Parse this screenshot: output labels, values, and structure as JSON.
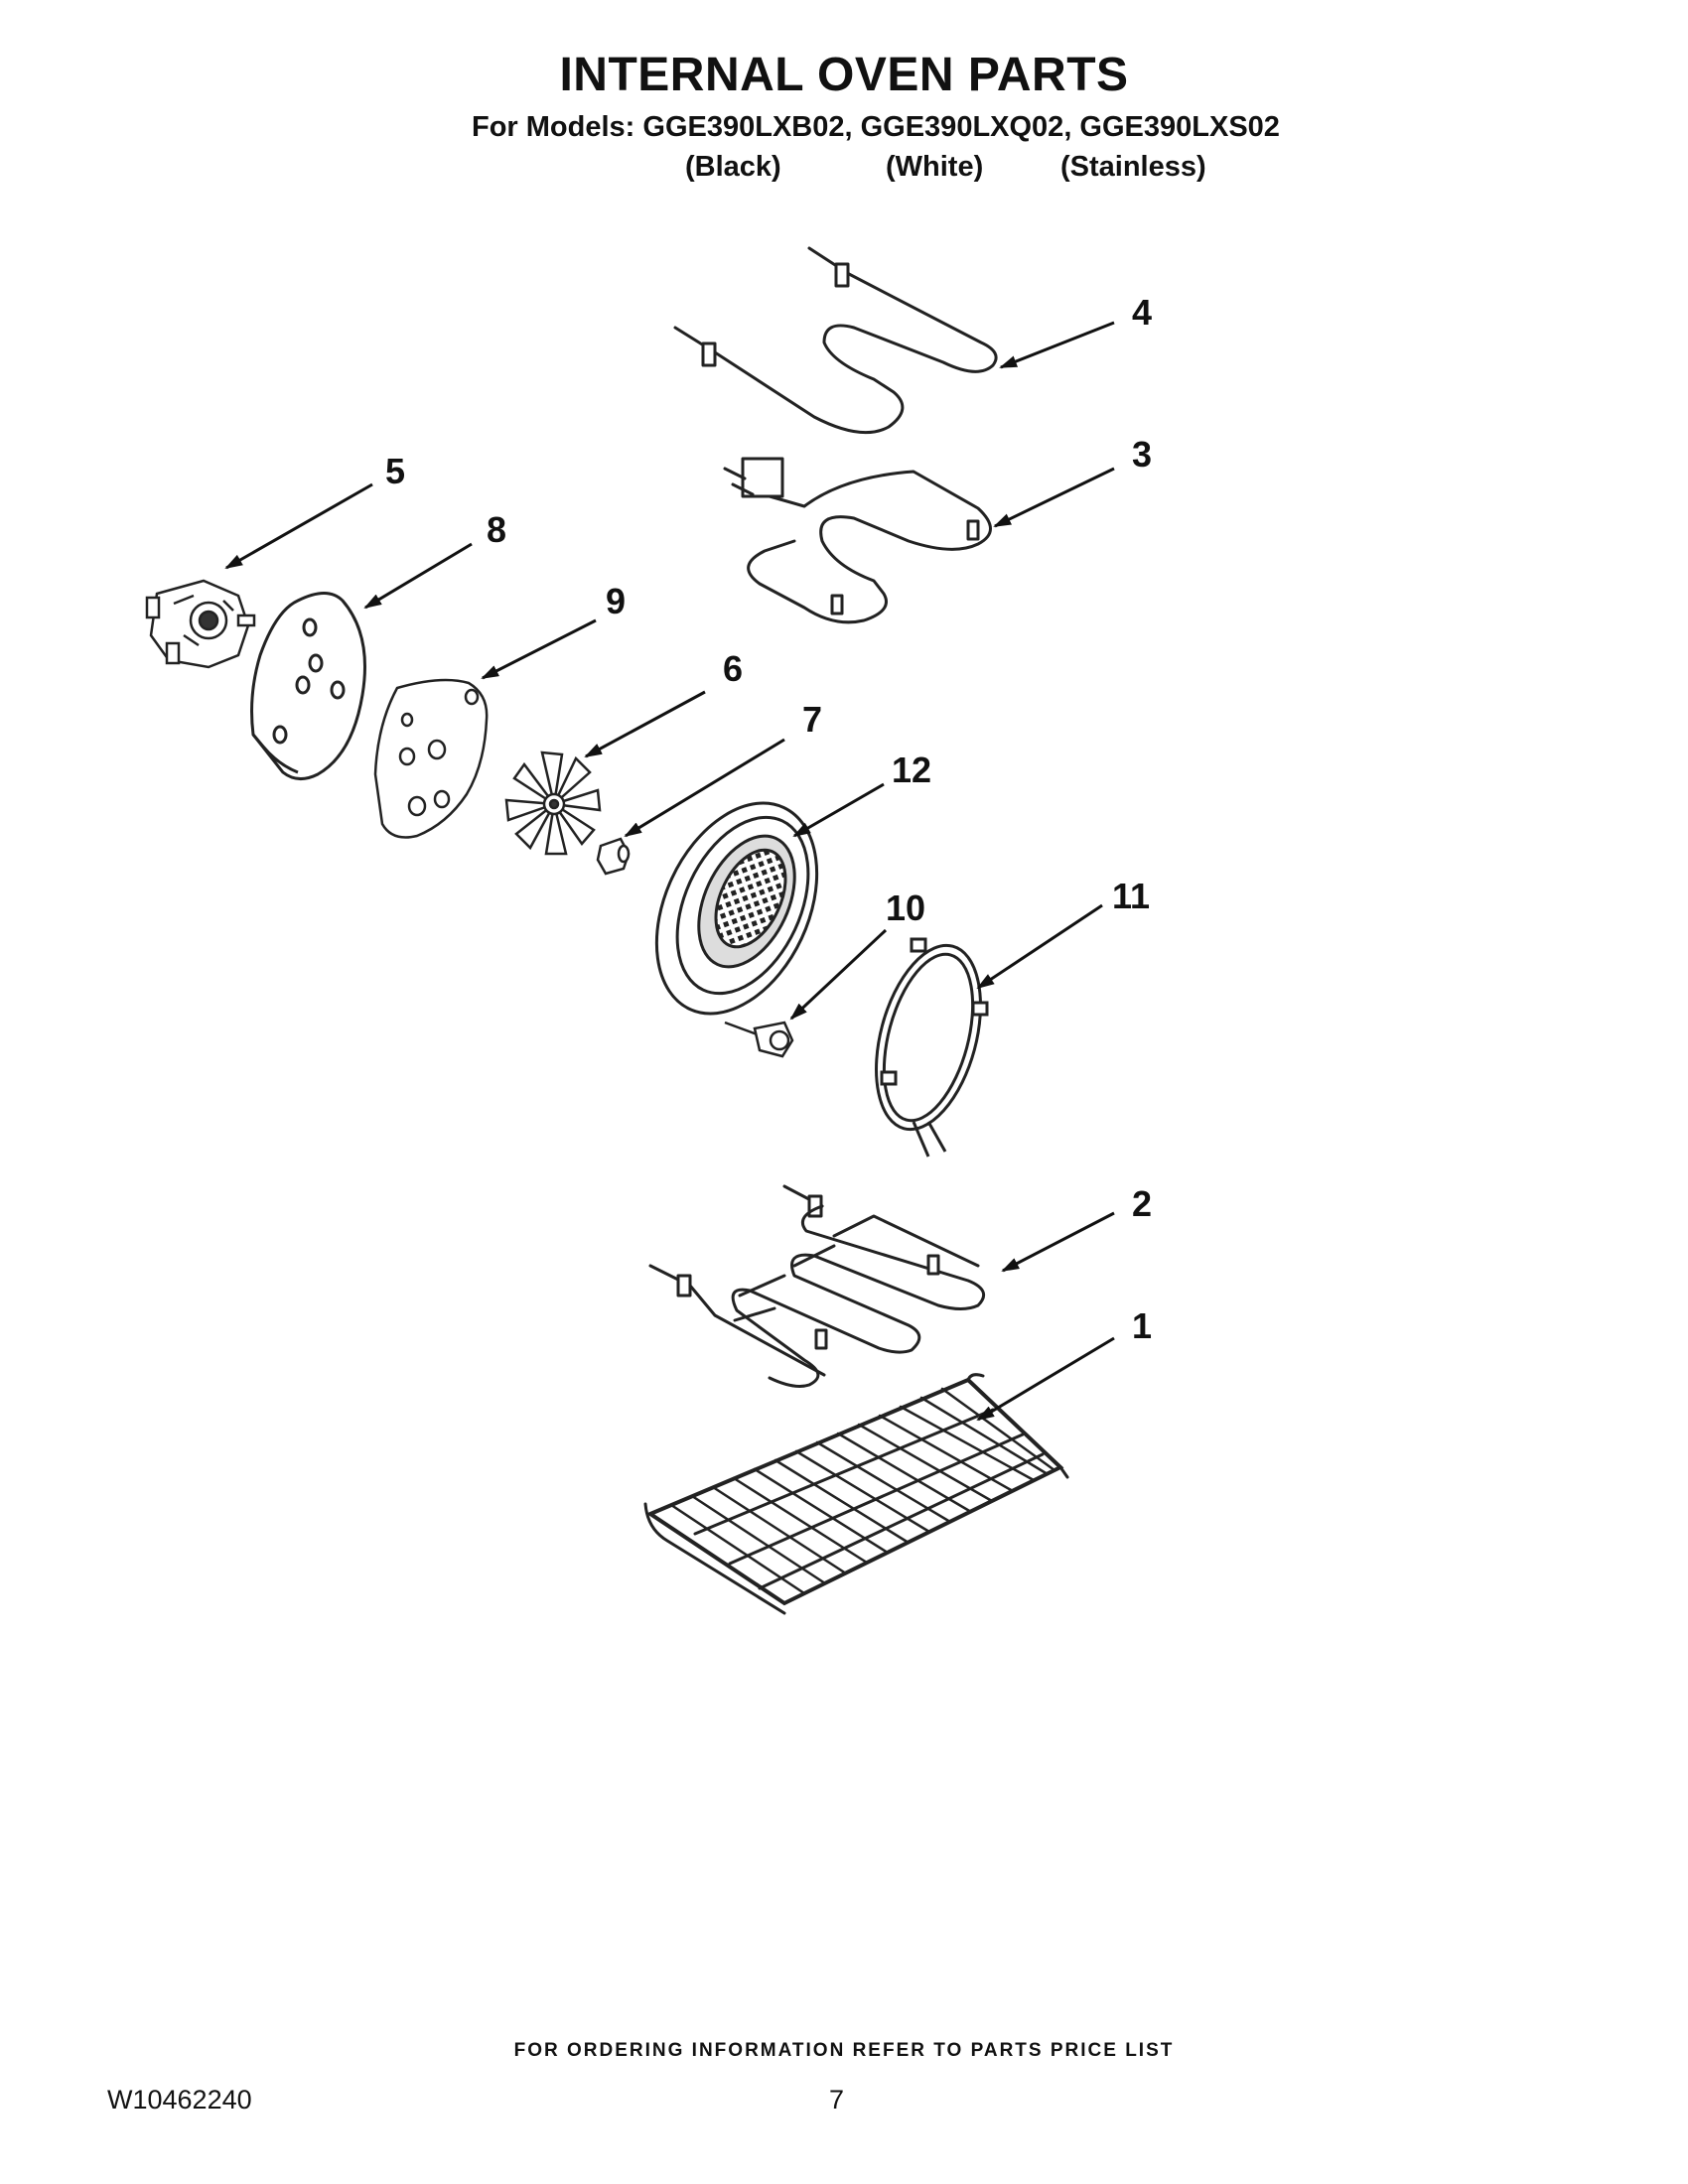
{
  "header": {
    "title": "INTERNAL OVEN PARTS",
    "models_line": "For Models: GGE390LXB02, GGE390LXQ02, GGE390LXS02",
    "variants": [
      "(Black)",
      "(White)",
      "(Stainless)"
    ]
  },
  "callouts": {
    "c1": "1",
    "c2": "2",
    "c3": "3",
    "c4": "4",
    "c5": "5",
    "c6": "6",
    "c7": "7",
    "c8": "8",
    "c9": "9",
    "c10": "10",
    "c11": "11",
    "c12": "12"
  },
  "footer": {
    "ordering_note": "FOR ORDERING INFORMATION REFER TO PARTS PRICE LIST",
    "document_number": "W10462240",
    "page_number": "7"
  }
}
